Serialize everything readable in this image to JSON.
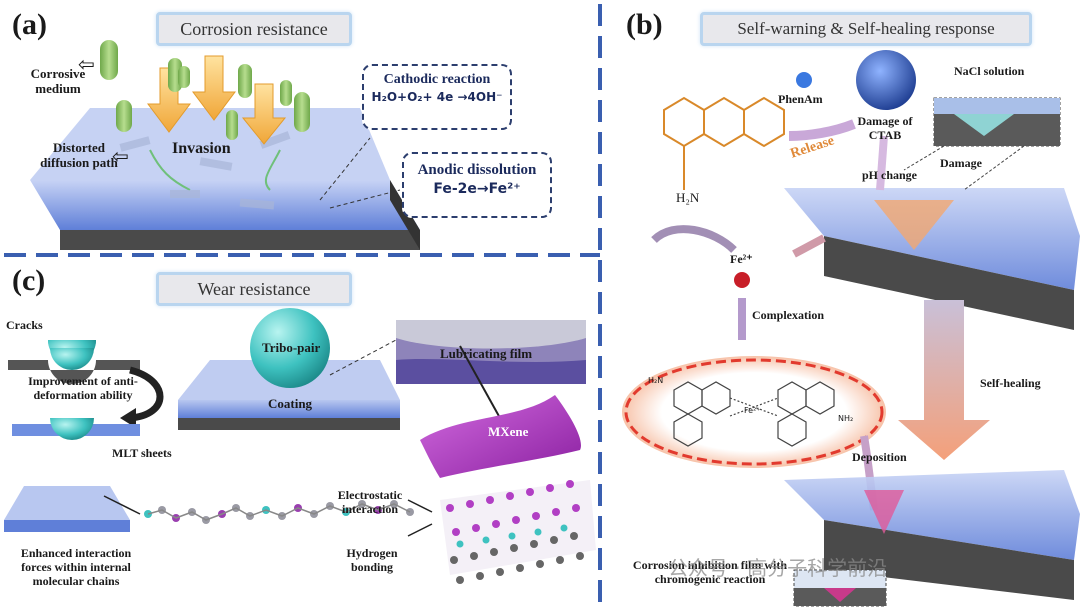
{
  "panel_a": {
    "letter": "(a)",
    "banner": "Corrosion resistance",
    "corrosive_medium": "Corrosive medium",
    "distorted_path": "Distorted diffusion path",
    "invasion": "Invasion",
    "cathodic_title": "Cathodic reaction",
    "cathodic_eq": "H₂O+O₂+ 4e →4OH⁻",
    "anodic_title": "Anodic dissolution",
    "anodic_eq": "Fe-2e→Fe²⁺"
  },
  "panel_b": {
    "letter": "(b)",
    "banner": "Self-warning & Self-healing response",
    "phenam": "PhenAm",
    "release": "Release",
    "damage_ctab": "Damage of CTAB",
    "nacl": "NaCl solution",
    "damage": "Damage",
    "ph_change": "pH change",
    "h2n": "H₂N",
    "fe2": "Fe²⁺",
    "complexation": "Complexation",
    "self_healing": "Self-healing",
    "deposition": "Deposition",
    "corrosion_film": "Corrosion inhibition film with chromogenic reaction",
    "complex_nh2_left": "H₂N",
    "complex_nh2_right": "NH₂",
    "complex_fe": "Fe²⁺"
  },
  "panel_c": {
    "letter": "(c)",
    "banner": "Wear resistance",
    "cracks": "Cracks",
    "improvement": "Improvement of anti-deformation ability",
    "mlt_sheets": "MLT sheets",
    "tribo_pair": "Tribo-pair",
    "coating": "Coating",
    "lubricating_film": "Lubricating film",
    "mxene": "MXene",
    "electrostatic": "Electrostatic interaction",
    "hydrogen": "Hydrogen bonding",
    "enhanced": "Enhanced interaction forces within internal molecular chains"
  },
  "watermark": "公众号 · 高分子科学前沿",
  "colors": {
    "divider": "#3a5fb0",
    "coating_blue": "#6f8fe0",
    "substrate": "#4a4a4a",
    "cyan_ball": "#3ec2c0",
    "orange_arrow": "#f5b84a",
    "green_pill": "#8cc066",
    "purple_mxene": "#b13fc4",
    "red_ellipse": "#e23a2e"
  }
}
